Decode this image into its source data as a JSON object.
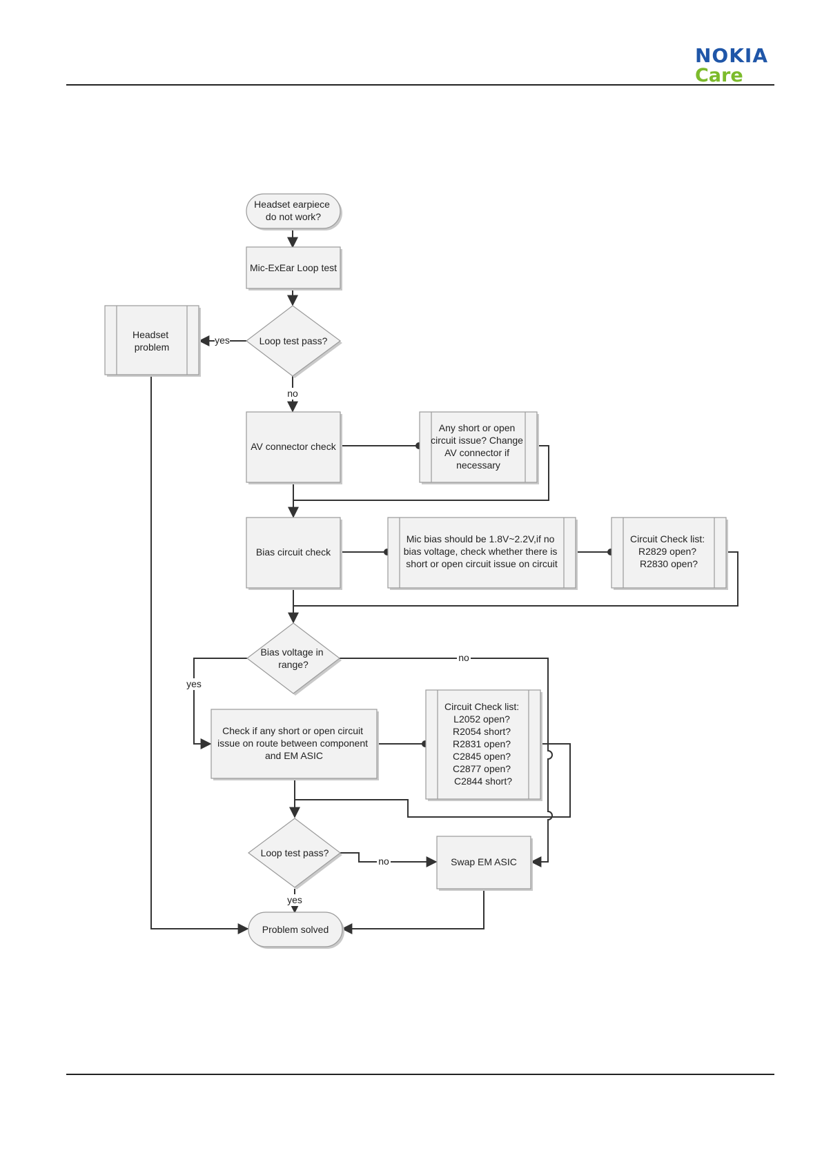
{
  "header": {
    "brand_name": "NOKIA",
    "brand_sub": "Care",
    "brand_color": "#1f56a8",
    "brand_sub_color": "#7cbb2c"
  },
  "nodes": {
    "start": [
      "Headset earpiece",
      "do not work?"
    ],
    "loop_test": [
      "Mic-ExEar Loop test"
    ],
    "loop_pass_1": [
      "Loop test pass?"
    ],
    "headset_problem": [
      "Headset",
      "problem"
    ],
    "av_check": [
      "AV connector check"
    ],
    "av_note": [
      "Any short or open",
      "circuit issue? Change",
      "AV connector if",
      "necessary"
    ],
    "bias_check": [
      "Bias circuit check"
    ],
    "bias_note": [
      "Mic bias should be 1.8V~2.2V,if no",
      "bias voltage, check whether there is",
      "short or open circuit issue on circuit"
    ],
    "bias_list": [
      "Circuit Check list:",
      "R2829 open?",
      "R2830 open?"
    ],
    "bias_range": [
      "Bias voltage in",
      "range?"
    ],
    "route_check": [
      "Check if any short or open circuit",
      "issue on route between component",
      "and EM ASIC"
    ],
    "route_list": [
      "Circuit Check list:",
      "L2052 open?",
      "R2054 short?",
      "R2831 open?",
      "C2845 open?",
      "C2877 open?",
      "C2844 short?"
    ],
    "loop_pass_2": [
      "Loop test pass?"
    ],
    "swap": [
      "Swap EM ASIC"
    ],
    "solved": [
      "Problem solved"
    ]
  },
  "edge_labels": {
    "yes_headset": "yes",
    "no_av": "no",
    "yes_range": "yes",
    "no_range": "no",
    "no_swap": "no",
    "yes_solved": "yes"
  }
}
